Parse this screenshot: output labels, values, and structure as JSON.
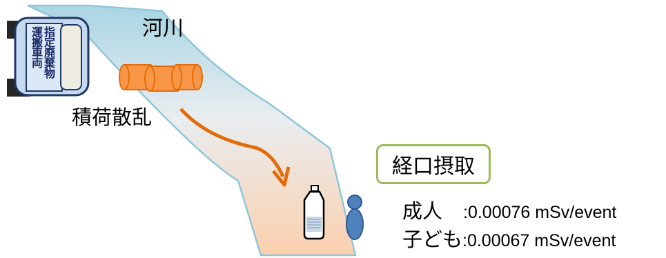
{
  "labels": {
    "river": "河川",
    "scatter": "積荷散乱",
    "truck_line1": "指定廃棄物",
    "truck_line2": "運搬車両"
  },
  "ingestion": {
    "title": "経口摂取",
    "adult_label": "成人",
    "adult_value": ":0.00076 mSv/event",
    "child_label": "子ども",
    "child_value": ":0.00067 mSv/event"
  },
  "colors": {
    "river_fill_top": "#a9d5e4",
    "river_fill_bottom": "#fbd3b5",
    "river_border": "#8fc6d8",
    "bags": "#f79646",
    "arrow": "#e36c0a",
    "box_border": "#9bbb59",
    "person": "#4f81bd",
    "truck_body": "#c5d9f1",
    "truck_border": "#1f3864"
  },
  "icons": [
    "truck-icon",
    "bags-icon",
    "bottle-icon",
    "person-icon",
    "flow-arrow-icon"
  ]
}
